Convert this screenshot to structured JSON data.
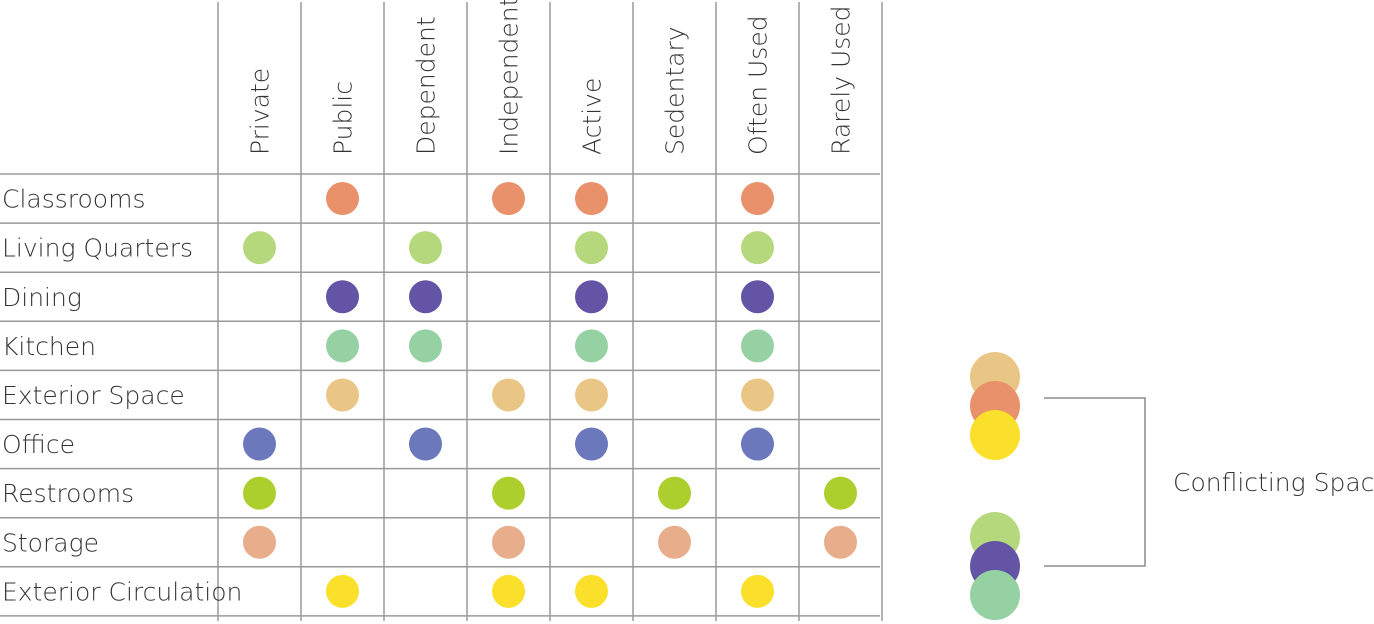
{
  "columns": [
    "Private",
    "Public",
    "Dependent",
    "Independent",
    "Active",
    "Sedentary",
    "Often Used",
    "Rarely Used"
  ],
  "rows": [
    {
      "label": "Classrooms",
      "color": "#E9916A",
      "marks": [
        false,
        true,
        false,
        true,
        true,
        false,
        true,
        false
      ]
    },
    {
      "label": "Living Quarters",
      "color": "#B5D87C",
      "marks": [
        true,
        false,
        true,
        false,
        true,
        false,
        true,
        false
      ]
    },
    {
      "label": "Dining",
      "color": "#6454A6",
      "marks": [
        false,
        true,
        true,
        false,
        true,
        false,
        true,
        false
      ]
    },
    {
      "label": "Kitchen",
      "color": "#95D1A3",
      "marks": [
        false,
        true,
        true,
        false,
        true,
        false,
        true,
        false
      ]
    },
    {
      "label": "Exterior Space",
      "color": "#E9C686",
      "marks": [
        false,
        true,
        false,
        true,
        true,
        false,
        true,
        false
      ]
    },
    {
      "label": "Office",
      "color": "#6C78BC",
      "marks": [
        true,
        false,
        true,
        false,
        true,
        false,
        true,
        false
      ]
    },
    {
      "label": "Restrooms",
      "color": "#ACCF2E",
      "marks": [
        true,
        false,
        false,
        true,
        false,
        true,
        false,
        true
      ]
    },
    {
      "label": "Storage",
      "color": "#E8AD8A",
      "marks": [
        true,
        false,
        false,
        true,
        false,
        true,
        false,
        true
      ]
    },
    {
      "label": "Exterior Circulation",
      "color": "#FAE02A",
      "marks": [
        false,
        true,
        false,
        true,
        true,
        false,
        true,
        false
      ]
    }
  ],
  "legend": {
    "label": "Conflicting Spaces",
    "groups": [
      {
        "colors": [
          "#E9C686",
          "#E9916A",
          "#FAE02A"
        ]
      },
      {
        "colors": [
          "#B5D87C",
          "#6454A6",
          "#95D1A3"
        ]
      }
    ]
  }
}
